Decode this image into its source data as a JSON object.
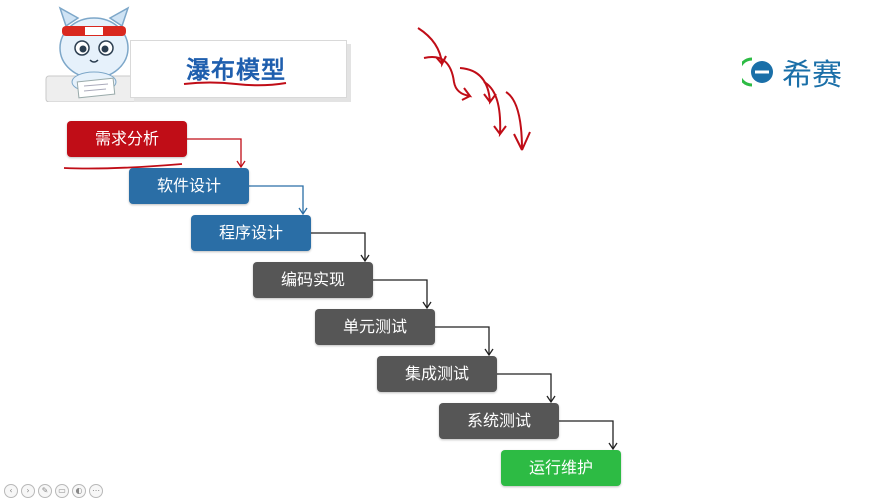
{
  "header": {
    "title": "瀑布模型"
  },
  "brand": {
    "name": "希赛"
  },
  "diagram": {
    "stages": [
      {
        "label": "需求分析",
        "color": "#c00d17"
      },
      {
        "label": "软件设计",
        "color": "#2a6ea6"
      },
      {
        "label": "程序设计",
        "color": "#2a6ea6"
      },
      {
        "label": "编码实现",
        "color": "#565656"
      },
      {
        "label": "单元测试",
        "color": "#565656"
      },
      {
        "label": "集成测试",
        "color": "#565656"
      },
      {
        "label": "系统测试",
        "color": "#565656"
      },
      {
        "label": "运行维护",
        "color": "#2dbb44"
      }
    ],
    "annotation_color": "#c00d17"
  },
  "toolbar": {
    "icons": [
      "back-icon",
      "forward-icon",
      "pen-icon",
      "eraser-icon",
      "highlighter-icon",
      "more-icon"
    ]
  }
}
